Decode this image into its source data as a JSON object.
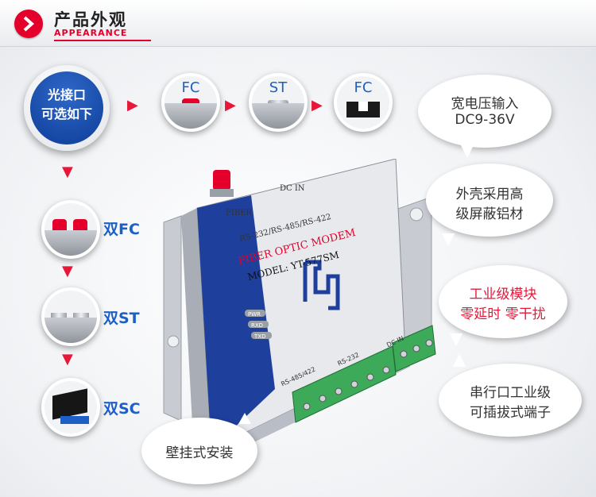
{
  "header": {
    "title": "产品外观",
    "subtitle": "APPEARANCE"
  },
  "badge": {
    "line1": "光接口",
    "line2": "可选如下"
  },
  "top_options": [
    "FC",
    "ST",
    "FC"
  ],
  "side_options": [
    "双FC",
    "双ST",
    "双SC"
  ],
  "bubbles": {
    "voltage_line1": "宽电压输入",
    "voltage_line2": "DC9-36V",
    "shell_line1": "外壳采用高",
    "shell_line2": "级屏蔽铝材",
    "industrial_line1": "工业级模块",
    "industrial_line2": "零延时 零干扰",
    "serial_line1": "串行口工业级",
    "serial_line2": "可插拔式端子",
    "mount": "壁挂式安装"
  },
  "device": {
    "fiber_label": "FIBER",
    "dc_label": "DC IN",
    "interfaces": "RS-232/RS-485/RS-422",
    "product": "FIBER OPTIC MODEM",
    "model": "MODEL: YT-577SM",
    "leds": [
      "PWR",
      "RXD",
      "TXD"
    ],
    "port_rs485": "RS-485/422",
    "port_rs232": "RS-232",
    "port_dcin": "DC IN"
  },
  "colors": {
    "accent_red": "#e4002b",
    "brand_blue": "#1d5fc5",
    "terminal_green": "#3daa5a"
  }
}
